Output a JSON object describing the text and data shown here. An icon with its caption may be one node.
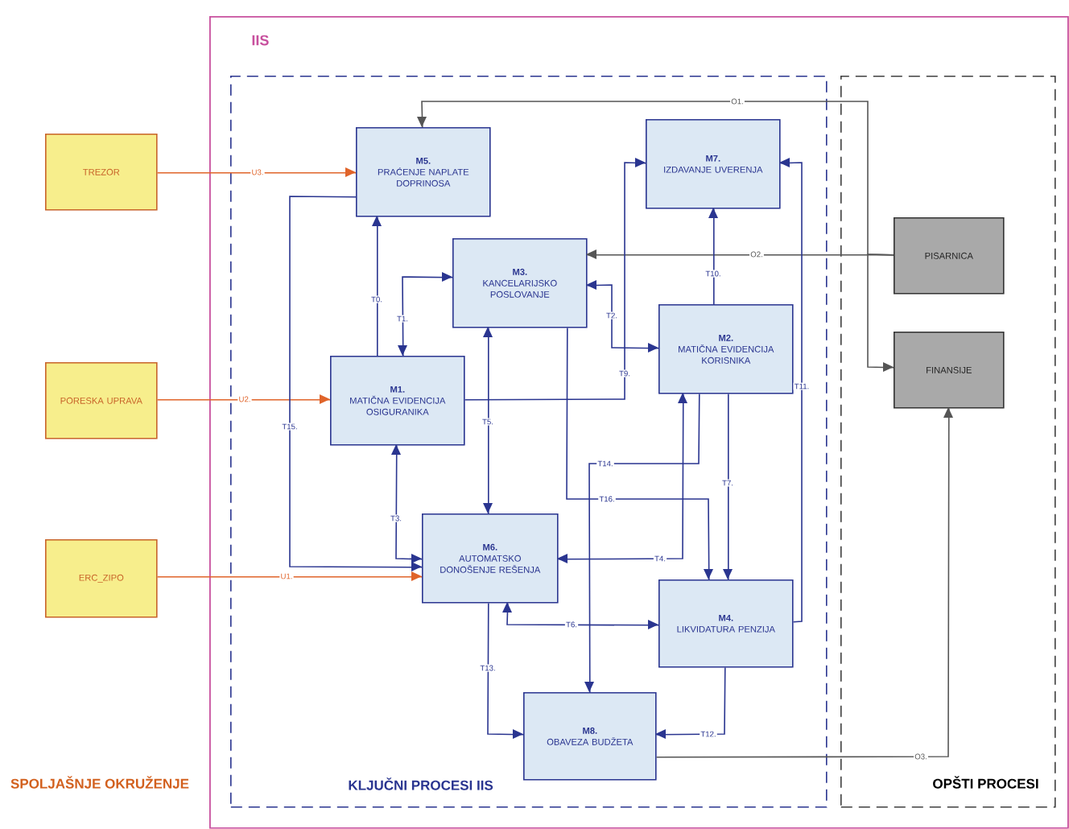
{
  "diagram": {
    "nodes": [
      {
        "text": [
          "IIS"
        ]
      },
      {
        "text": [
          "KLJUČNI PROCESI IIS"
        ],
        "in": 0
      },
      {
        "text": [
          "OPŠTI PROCESI"
        ],
        "in": 0
      },
      {
        "text": [
          "TREZOR"
        ]
      },
      {
        "text": [
          "PORESKA UPRAVA"
        ]
      },
      {
        "text": [
          "ERC_ZIPO"
        ]
      },
      {
        "text": [
          "M5.",
          "PRAĆENJE NAPLATE DOPRINOSA"
        ],
        "in": 1
      },
      {
        "text": [
          "M7.",
          "IZDAVANJE UVERENJA"
        ],
        "in": 1
      },
      {
        "text": [
          "M3.",
          "KANCELARIJSKO POSLOVANJE"
        ],
        "in": 1
      },
      {
        "text": [
          "M2.",
          "MATIČNA EVIDENCIJA KORISNIKA"
        ],
        "in": 1
      },
      {
        "text": [
          "M1.",
          "MATIČNA EVIDENCIJA OSIGURANIKA"
        ],
        "in": 1
      },
      {
        "text": [
          "M6.",
          "AUTOMATSKO DONOŠENJE REŠENJA"
        ],
        "in": 1
      },
      {
        "text": [
          "M4.",
          "LIKVIDATURA PENZIJA"
        ],
        "in": 1
      },
      {
        "text": [
          "M8.",
          "OBAVEZA BUDŽETA"
        ],
        "in": 1
      },
      {
        "text": [
          "PISARNICA"
        ],
        "in": 2
      },
      {
        "text": [
          "FINANSIJE"
        ],
        "in": 2
      }
    ],
    "edges": [
      {
        "from": 3,
        "to": 6,
        "arrow": "to",
        "label": "U3.",
        "color": "#e0642a"
      },
      {
        "from": 4,
        "to": 10,
        "arrow": "to",
        "label": "U2.",
        "color": "#e0642a"
      },
      {
        "from": 5,
        "to": 11,
        "arrow": "to",
        "label": "U1.",
        "color": "#e0642a"
      },
      {
        "from": 14,
        "to": 6,
        "arrow": "to",
        "label": "O1.",
        "color": "#555555"
      },
      {
        "from": 14,
        "to": 8,
        "arrow": "to",
        "label": "O2.",
        "color": "#555555"
      },
      {
        "from": 14,
        "to": 15,
        "arrow": "to",
        "color": "#555555"
      },
      {
        "from": 13,
        "to": 15,
        "arrow": "to",
        "label": "O3.",
        "color": "#555555"
      },
      {
        "from": 10,
        "to": 6,
        "arrow": "to",
        "label": "T0."
      },
      {
        "from": 10,
        "to": 8,
        "arrow": "both",
        "label": "T1."
      },
      {
        "from": 6,
        "to": 11,
        "arrow": "to",
        "label": "T15."
      },
      {
        "from": 10,
        "to": 11,
        "arrow": "both",
        "label": "T3."
      },
      {
        "from": 8,
        "to": 11,
        "arrow": "both",
        "label": "T5."
      },
      {
        "from": 8,
        "to": 9,
        "arrow": "both",
        "label": "T2."
      },
      {
        "from": 10,
        "to": 7,
        "arrow": "to",
        "label": "T9."
      },
      {
        "from": 9,
        "to": 7,
        "arrow": "to",
        "label": "T10."
      },
      {
        "from": 12,
        "to": 7,
        "arrow": "to",
        "label": "T11."
      },
      {
        "from": 8,
        "to": 12,
        "arrow": "to",
        "label": "T16."
      },
      {
        "from": 9,
        "to": 13,
        "arrow": "to",
        "label": "T14."
      },
      {
        "from": 9,
        "to": 12,
        "arrow": "to",
        "label": "T7."
      },
      {
        "from": 9,
        "to": 11,
        "arrow": "both",
        "label": "T4."
      },
      {
        "from": 11,
        "to": 12,
        "arrow": "both",
        "label": "T6."
      },
      {
        "from": 12,
        "to": 13,
        "arrow": "to",
        "label": "T12."
      },
      {
        "from": 11,
        "to": 13,
        "arrow": "to",
        "label": "T13."
      }
    ],
    "labels": [
      "SPOLJAŠNJE OKRUŽENJE"
    ]
  }
}
